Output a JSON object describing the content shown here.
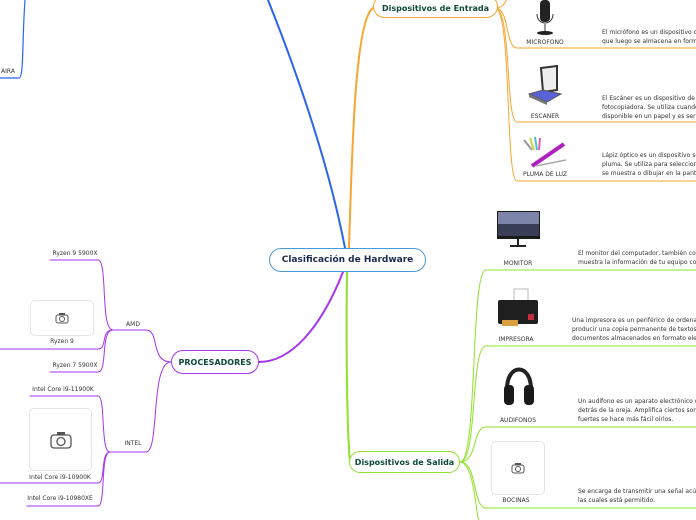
{
  "central": {
    "title": "Clasificación de Hardware"
  },
  "colors": {
    "central": "#4a9ad8",
    "entrada": "#f7a530",
    "salida": "#8ee02a",
    "procesadores": "#a535f0",
    "other_branch": "#2a64f0"
  },
  "other_branch": {
    "leaf_label": "AIRA"
  },
  "entrada": {
    "title": "Dispositivos de Entrada",
    "items": [
      {
        "label": "MICROFONO",
        "icon": "microphone-image",
        "desc": [
          "El micrófono es un dispositivo de e",
          "que luego se almacena en formato"
        ]
      },
      {
        "label": "ESCANER",
        "icon": "scanner-image",
        "desc": [
          "El Escáner es un dispositivo de en",
          "fotocopiadora. Se utiliza cuando a",
          "disponible en un papel y es ser tr"
        ]
      },
      {
        "label": "PLUMA DE LUZ",
        "icon": "light-pen-image",
        "desc": [
          "Lápiz óptico es un dispositivo seña",
          "pluma. Se utiliza para seleccionar",
          "se muestra o dibujar en la pantalla"
        ]
      }
    ]
  },
  "salida": {
    "title": "Dispositivos de Salida",
    "items": [
      {
        "label": "MONITOR",
        "icon": "monitor-image",
        "desc": [
          "El monitor del computador, también conoc",
          "muestra la información de tu equipo como"
        ]
      },
      {
        "label": "IMPRESORA",
        "icon": "printer-image",
        "desc": [
          "Una impresora es un periférico de ordenado",
          "producir una copia permanente de textos o",
          "documentos almacenados en formato electr"
        ]
      },
      {
        "label": "AUDIFONOS",
        "icon": "headphones-image",
        "desc": [
          "Un audífono es un aparato electrónico que",
          "detrás de la oreja. Amplifica ciertos sonido",
          "fuertes se hace más fácil oírlos."
        ]
      },
      {
        "label": "BOCINAS",
        "icon": "camera-placeholder-icon",
        "desc": [
          "Se encarga de transmitir una señal acústic",
          "las cuales está permitido."
        ]
      }
    ]
  },
  "procesadores": {
    "title": "PROCESADORES",
    "groups": [
      {
        "label": "AMD",
        "items": [
          "Ryzen 9 5900X",
          "Ryzen 9",
          "Ryzen 7 5900X"
        ]
      },
      {
        "label": "INTEL",
        "items": [
          "Intel Core i9-11900K",
          "Intel Core i9-10900K",
          "Intel Core i9-10980XE"
        ]
      }
    ]
  }
}
